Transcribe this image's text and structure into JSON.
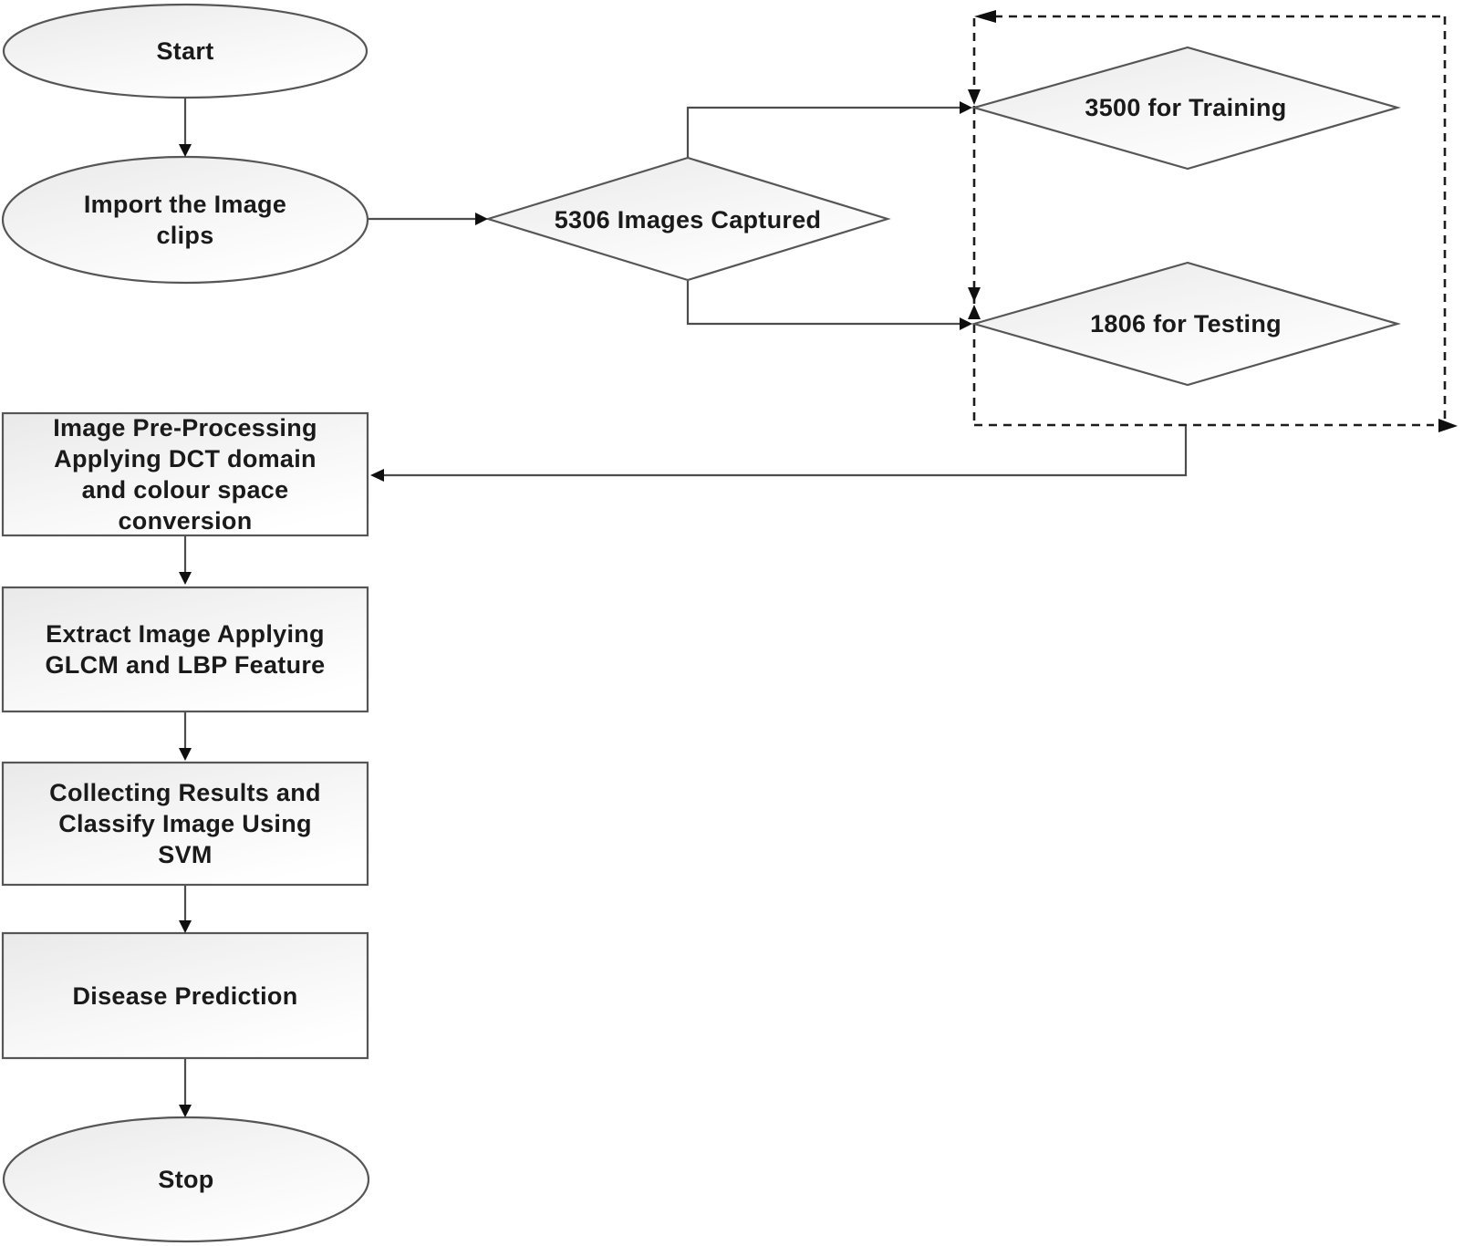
{
  "colors": {
    "background": "#ffffff",
    "shape_border": "#565656",
    "shape_fill_start": "#e9e9e9",
    "shape_fill_end": "#ffffff",
    "connector": "#4d4d4d",
    "dashed": "#1d1d1d",
    "arrowhead": "#0f0f0f",
    "text": "#1a1a1a"
  },
  "nodes": {
    "start": {
      "shape": "ellipse",
      "lines": [
        "Start"
      ]
    },
    "import_clips": {
      "shape": "ellipse",
      "lines": [
        "Import the Image",
        "clips"
      ]
    },
    "images_captured": {
      "shape": "diamond",
      "lines": [
        "5306 Images Captured"
      ]
    },
    "training": {
      "shape": "diamond",
      "lines": [
        "3500 for Training"
      ]
    },
    "testing": {
      "shape": "diamond",
      "lines": [
        "1806 for Testing"
      ]
    },
    "preprocessing": {
      "shape": "rect",
      "lines": [
        "Image Pre-Processing",
        "Applying DCT domain",
        "and colour space",
        "conversion"
      ]
    },
    "extract": {
      "shape": "rect",
      "lines": [
        "Extract Image Applying",
        "GLCM and LBP Feature"
      ]
    },
    "collect": {
      "shape": "rect",
      "lines": [
        "Collecting Results and",
        "Classify Image Using",
        "SVM"
      ]
    },
    "predict": {
      "shape": "rect",
      "lines": [
        "Disease Prediction"
      ]
    },
    "stop": {
      "shape": "ellipse",
      "lines": [
        "Stop"
      ]
    }
  }
}
